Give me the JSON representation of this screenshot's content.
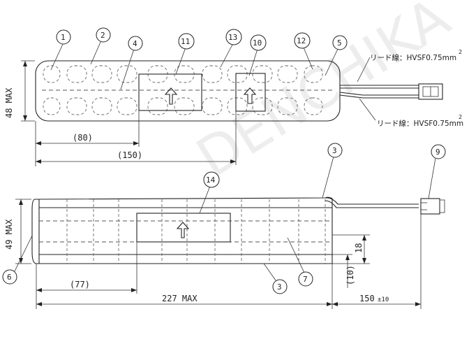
{
  "balloons": {
    "b1": "1",
    "b2": "2",
    "b3a": "3",
    "b3b": "3",
    "b4": "4",
    "b5": "5",
    "b6": "6",
    "b7": "7",
    "b9": "9",
    "b10": "10",
    "b11": "11",
    "b12": "12",
    "b13": "13",
    "b14": "14"
  },
  "top_view": {
    "height_label": "48 MAX",
    "dim_80": "(80)",
    "dim_150": "(150)",
    "lead_upper_label": "リード線：HVSF0.75mm",
    "lead_upper_sup": "2",
    "lead_lower_label": "リード線：HVSF0.75mm",
    "lead_lower_sup": "2"
  },
  "side_view": {
    "height_label": "49 MAX",
    "dim_77": "(77)",
    "dim_227": "227 MAX",
    "dim_150_tol": "150",
    "dim_150_tol_suffix": "±10",
    "dim_18": "18",
    "dim_10": "(10)"
  },
  "watermark": "DENCHIKA"
}
